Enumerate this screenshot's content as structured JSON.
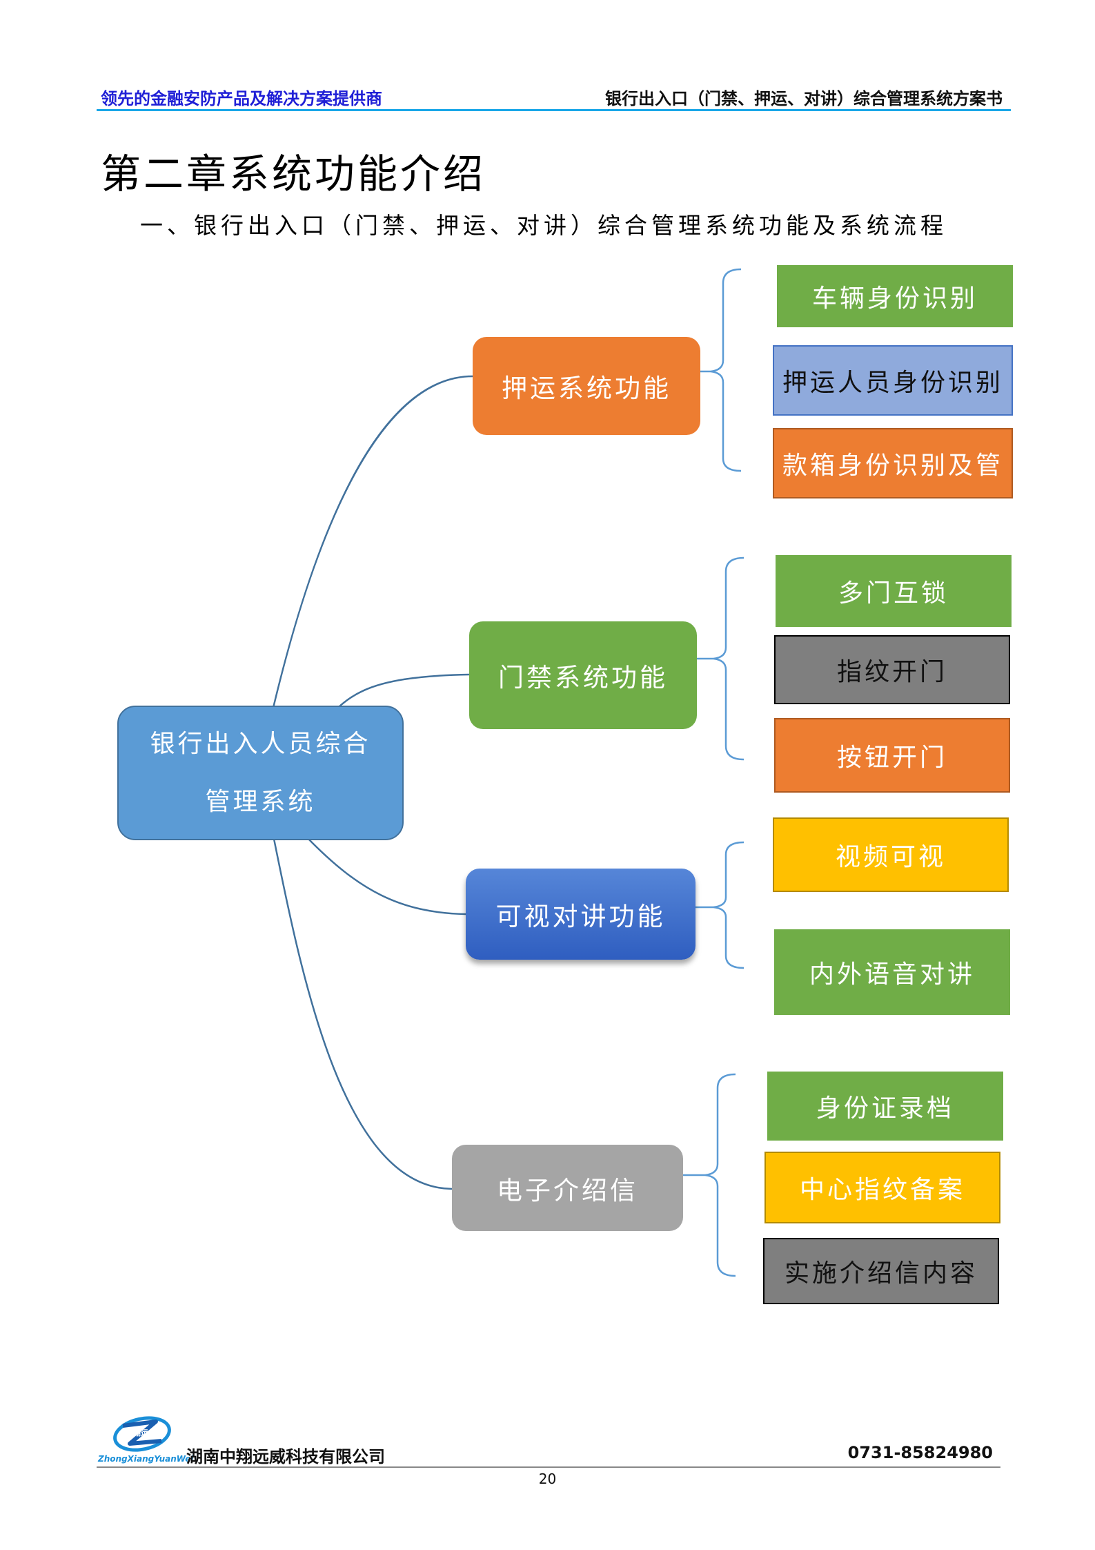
{
  "header": {
    "left": "领先的金融安防产品及解决方案提供商",
    "right": "银行出入口（门禁、押运、对讲）综合管理系统方案书"
  },
  "chapter_title": "第二章系统功能介绍",
  "section_title": "一、银行出入口（门禁、押运、对讲）综合管理系统功能及系统流程",
  "diagram": {
    "root": "银行出入人员综合管理系统",
    "branches": [
      {
        "label": "押运系统功能",
        "items": [
          "车辆身份识别",
          "押运人员身份识别",
          "款箱身份识别及管"
        ]
      },
      {
        "label": "门禁系统功能",
        "items": [
          "多门互锁",
          "指纹开门",
          "按钮开门"
        ]
      },
      {
        "label": "可视对讲功能",
        "items": [
          "视频可视",
          "内外语音对讲"
        ]
      },
      {
        "label": "电子介绍信",
        "items": [
          "身份证录档",
          "中心指纹备案",
          "实施介绍信内容"
        ]
      }
    ]
  },
  "footer": {
    "logo_text": "ZhongXiangYuanWei",
    "logo_cn": "中翔远威",
    "company": "湖南中翔远威科技有限公司",
    "phone": "0731-85824980",
    "page_number": "20"
  },
  "colors": {
    "header_left": "#1f1fd6",
    "header_rule": "#1aa7e8",
    "root": "#5b9bd5",
    "orange": "#ed7d31",
    "green": "#70ad47",
    "blue": "#4472c4",
    "grey": "#a5a5a5",
    "gold": "#ffc000",
    "connector": "#41719c"
  }
}
